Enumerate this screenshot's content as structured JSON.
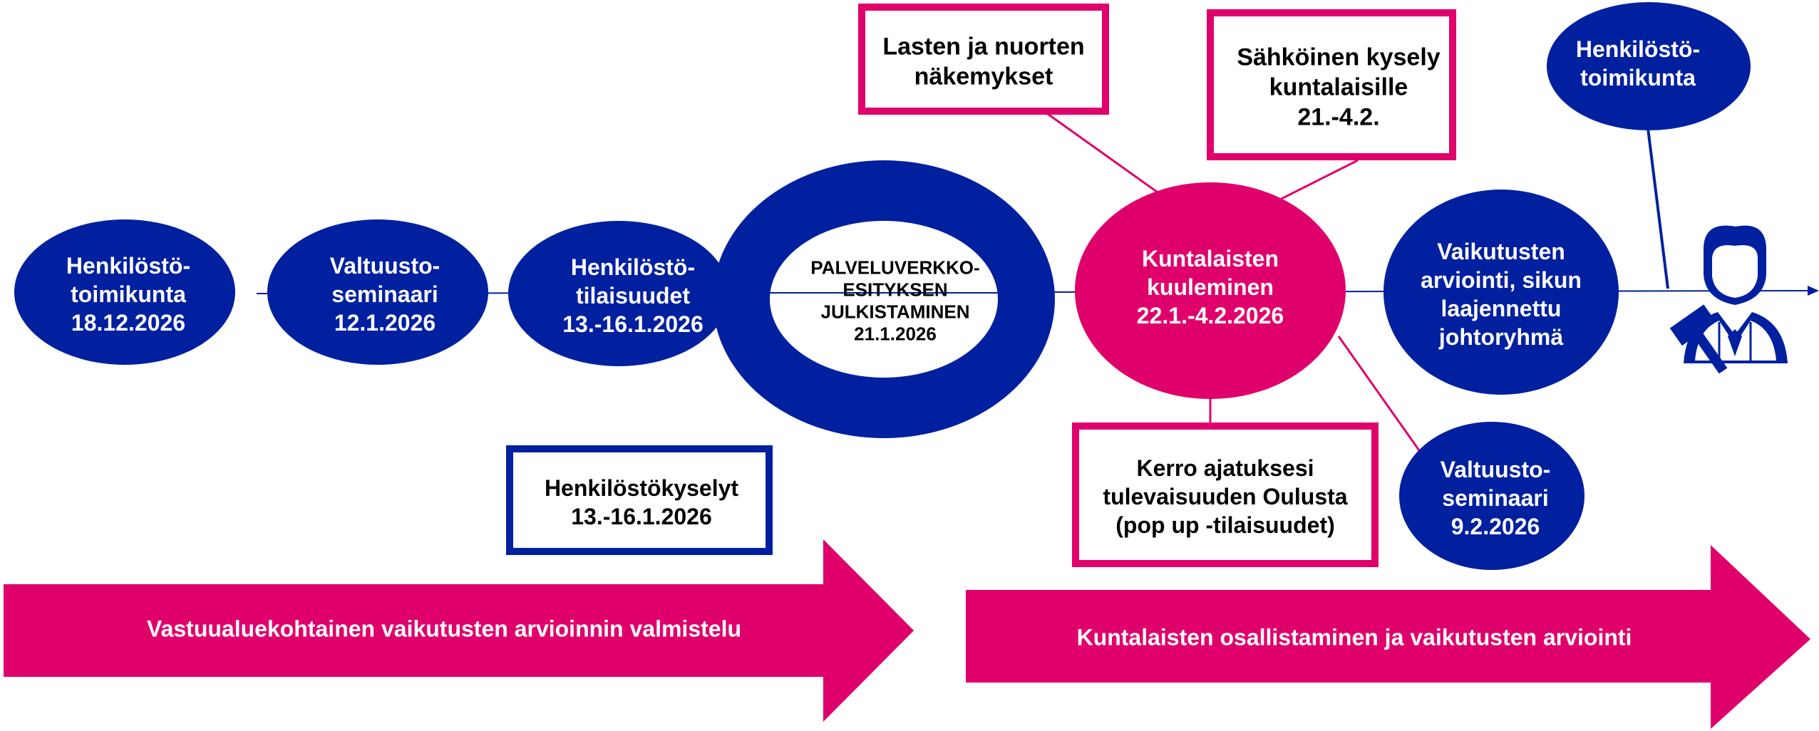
{
  "colors": {
    "navy": "#00209F",
    "magenta": "#E0006B",
    "white": "#FFFFFF",
    "black": "#000000"
  },
  "timeline": [
    {
      "id": "e1",
      "lines": [
        "Henkilöstö-",
        "toimikunta",
        "18.12.2026"
      ]
    },
    {
      "id": "e2",
      "lines": [
        "Valtuusto-",
        "seminaari",
        "12.1.2026"
      ]
    },
    {
      "id": "e3",
      "lines": [
        "Henkilöstö-",
        "tilaisuudet",
        "13.-16.1.2026"
      ]
    },
    {
      "id": "e4",
      "lines": [
        "PALVELUVERKKO-",
        "ESITYKSEN",
        "JULKISTAMINEN",
        "21.1.2026"
      ]
    },
    {
      "id": "e5",
      "lines": [
        "Kuntalaisten",
        "kuuleminen",
        "22.1.-4.2.2026"
      ]
    },
    {
      "id": "e6",
      "lines": [
        "Vaikutusten",
        "arviointi, sikun",
        "laajennettu",
        "johtoryhmä"
      ]
    },
    {
      "id": "e7",
      "lines": [
        "Henkilöstö-",
        "toimikunta"
      ]
    },
    {
      "id": "e8",
      "lines": [
        "Valtuusto-",
        "seminaari",
        "9.2.2026"
      ]
    }
  ],
  "boxes": [
    {
      "id": "b1",
      "lines": [
        "Henkilöstökyselyt",
        "13.-16.1.2026"
      ]
    },
    {
      "id": "b2",
      "lines": [
        "Lasten ja nuorten",
        "näkemykset"
      ]
    },
    {
      "id": "b3",
      "lines": [
        "Sähköinen kysely",
        "kuntalaisille",
        "21.-4.2."
      ]
    },
    {
      "id": "b4",
      "lines": [
        "Kerro ajatuksesi",
        "tulevaisuuden Oulusta",
        "(pop up -tilaisuudet)"
      ]
    }
  ],
  "arrows": [
    {
      "id": "a1",
      "label": "Vastuualuekohtainen vaikutusten arvioinnin valmistelu"
    },
    {
      "id": "a2",
      "label": "Kuntalaisten osallistaminen ja vaikutusten arviointi"
    }
  ],
  "icons": {
    "decision_maker": "judge-icon"
  }
}
